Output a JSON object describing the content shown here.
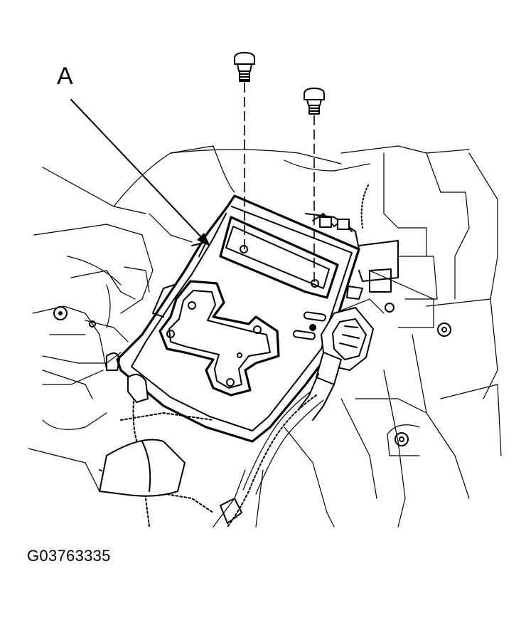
{
  "callout": {
    "label": "A"
  },
  "figure_id": "G03763335",
  "parts": {
    "bracket": "control-module-bracket",
    "bolts": "mounting-bolts"
  }
}
